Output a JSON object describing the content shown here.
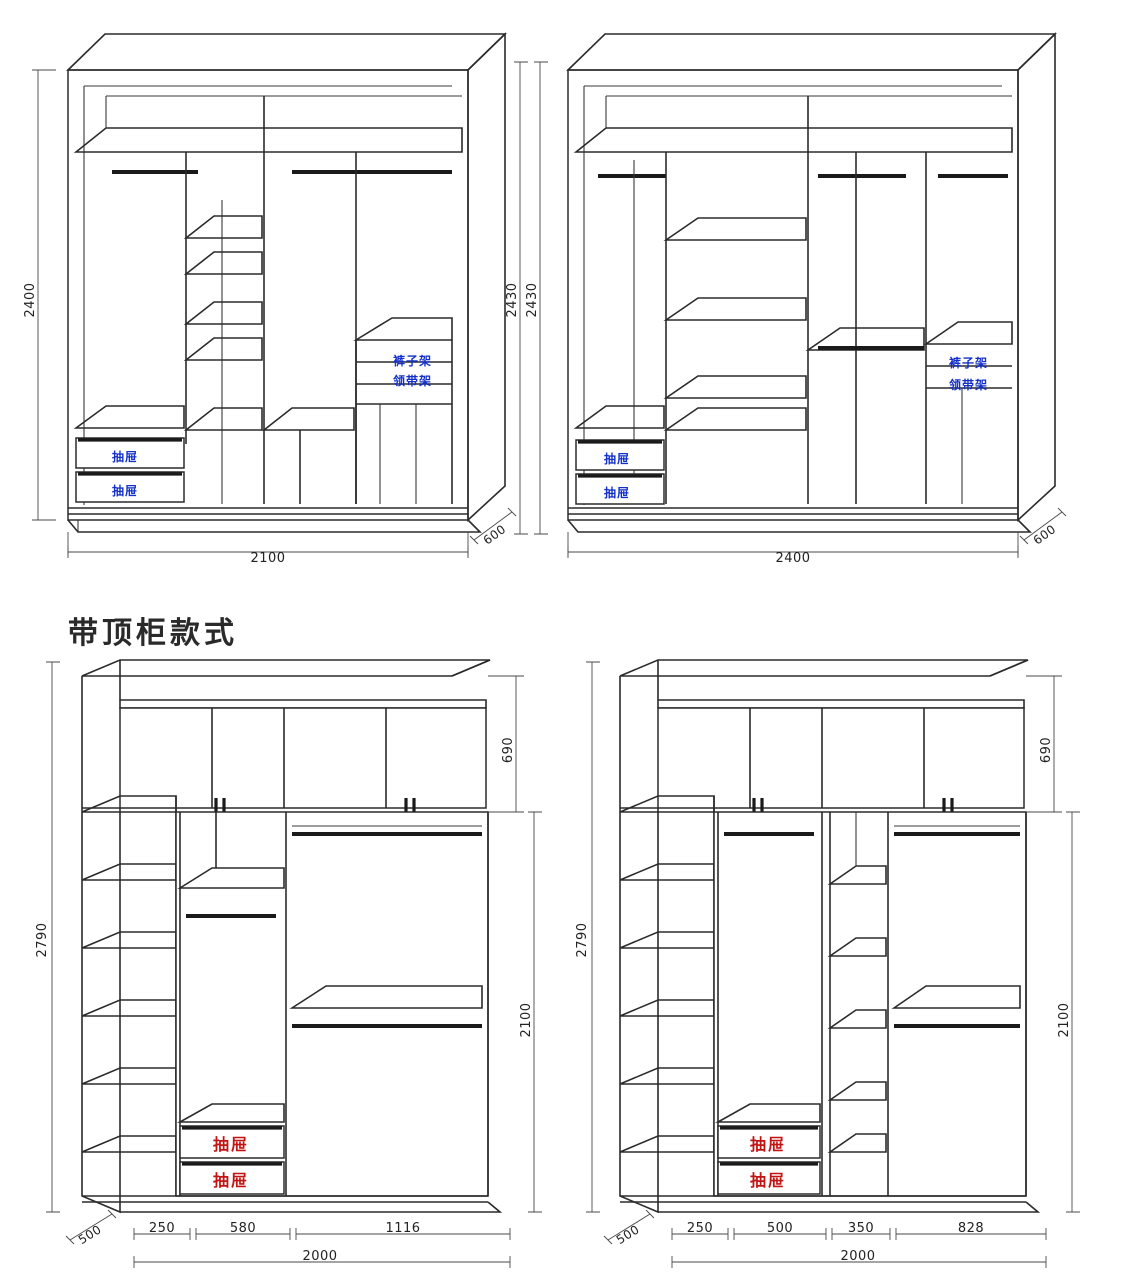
{
  "page": {
    "kind": "furniture-technical-drawing",
    "background": "#ffffff",
    "line_color": "#2b2b2b",
    "blue_label_color": "#1430c8",
    "red_label_color": "#c31414"
  },
  "section_title": "带顶柜款式",
  "labels": {
    "drawer": "抽屉",
    "trouser_rack": "裤子架",
    "tie_rack": "领带架"
  },
  "drawings": [
    {
      "id": "top-left",
      "name": "wardrobe-2100-no-top-cabinet",
      "width_mm": "2100",
      "depth_mm": "600",
      "height_mm": "2400",
      "blue_labels": [
        "裤子架",
        "领带架"
      ],
      "red_labels": [],
      "drawer_labels": [
        "抽屉",
        "抽屉"
      ],
      "bottom_dims": [
        "2100"
      ],
      "depth_dim": "600",
      "height_dims": [
        "2400",
        "2430"
      ]
    },
    {
      "id": "top-right",
      "name": "wardrobe-2400-no-top-cabinet",
      "width_mm": "2400",
      "depth_mm": "600",
      "height_mm": "2430",
      "blue_labels": [
        "裤子架",
        "领带架"
      ],
      "red_labels": [],
      "drawer_labels": [
        "抽屉",
        "抽屉"
      ],
      "bottom_dims": [
        "2400"
      ],
      "depth_dim": "600",
      "height_dims": [
        "2430"
      ]
    },
    {
      "id": "bottom-left",
      "name": "wardrobe-2000-with-top-cabinet-a",
      "width_mm": "2000",
      "depth_mm": "500",
      "height_mm": "2790",
      "top_cabinet_height_mm": "690",
      "body_height_mm": "2100",
      "red_labels": [
        "抽屉",
        "抽屉"
      ],
      "bottom_dims": [
        "250",
        "580",
        "1116"
      ],
      "bottom_total": "2000",
      "depth_dim": "500",
      "height_dims": [
        "2790",
        "690",
        "2100"
      ]
    },
    {
      "id": "bottom-right",
      "name": "wardrobe-2000-with-top-cabinet-b",
      "width_mm": "2000",
      "depth_mm": "500",
      "height_mm": "2790",
      "top_cabinet_height_mm": "690",
      "body_height_mm": "2100",
      "red_labels": [
        "抽屉",
        "抽屉"
      ],
      "bottom_dims": [
        "250",
        "500",
        "350",
        "828"
      ],
      "bottom_total": "2000",
      "depth_dim": "500",
      "height_dims": [
        "2790",
        "690",
        "2100"
      ]
    }
  ]
}
